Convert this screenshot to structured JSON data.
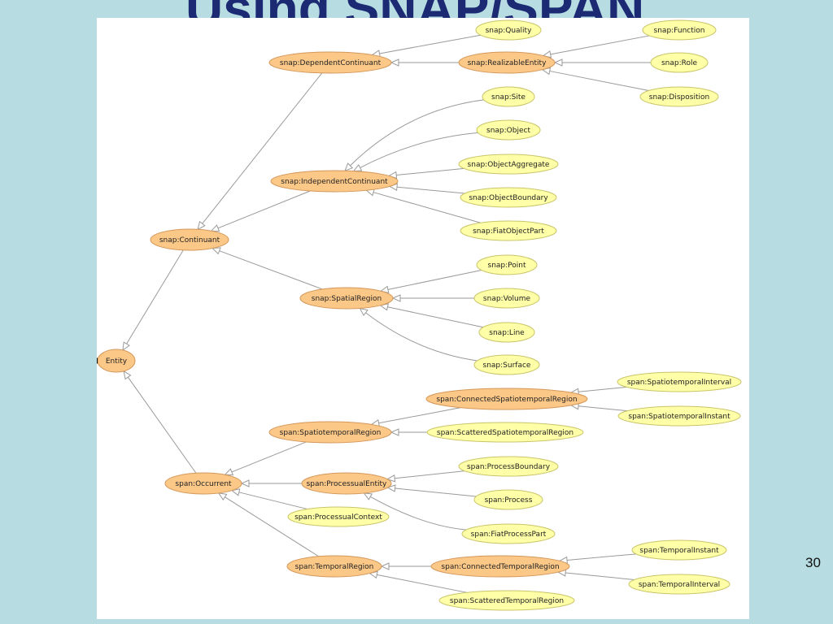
{
  "slide": {
    "title": "Using SNAP/SPAN",
    "page_number": "30"
  },
  "colors": {
    "background": "#b7dde2",
    "panel": "#ffffff",
    "class_node_fill": "#fbc888",
    "class_node_stroke": "#d4975a",
    "leaf_node_fill": "#ffffa8",
    "leaf_node_stroke": "#c9c46a",
    "edge": "#9a9a9a"
  },
  "nodes": [
    {
      "id": "entity",
      "label": "Entity",
      "kind": "class"
    },
    {
      "id": "continuant",
      "label": "snap:Continuant",
      "kind": "class"
    },
    {
      "id": "occurrent",
      "label": "span:Occurrent",
      "kind": "class"
    },
    {
      "id": "dependent",
      "label": "snap:DependentContinuant",
      "kind": "class"
    },
    {
      "id": "independent",
      "label": "snap:IndependentContinuant",
      "kind": "class"
    },
    {
      "id": "spatialregion",
      "label": "snap:SpatialRegion",
      "kind": "class"
    },
    {
      "id": "quality",
      "label": "snap:Quality",
      "kind": "leaf"
    },
    {
      "id": "realizable",
      "label": "snap:RealizableEntity",
      "kind": "class"
    },
    {
      "id": "function",
      "label": "snap:Function",
      "kind": "leaf"
    },
    {
      "id": "role",
      "label": "snap:Role",
      "kind": "leaf"
    },
    {
      "id": "disposition",
      "label": "snap:Disposition",
      "kind": "leaf"
    },
    {
      "id": "site",
      "label": "snap:Site",
      "kind": "leaf"
    },
    {
      "id": "object",
      "label": "snap:Object",
      "kind": "leaf"
    },
    {
      "id": "objectaggregate",
      "label": "snap:ObjectAggregate",
      "kind": "leaf"
    },
    {
      "id": "objectboundary",
      "label": "snap:ObjectBoundary",
      "kind": "leaf"
    },
    {
      "id": "fiatobjectpart",
      "label": "snap:FiatObjectPart",
      "kind": "leaf"
    },
    {
      "id": "point",
      "label": "snap:Point",
      "kind": "leaf"
    },
    {
      "id": "volume",
      "label": "snap:Volume",
      "kind": "leaf"
    },
    {
      "id": "line",
      "label": "snap:Line",
      "kind": "leaf"
    },
    {
      "id": "surface",
      "label": "snap:Surface",
      "kind": "leaf"
    },
    {
      "id": "stregion",
      "label": "span:SpatiotemporalRegion",
      "kind": "class"
    },
    {
      "id": "connectedst",
      "label": "span:ConnectedSpatiotemporalRegion",
      "kind": "class"
    },
    {
      "id": "stinterval",
      "label": "span:SpatiotemporalInterval",
      "kind": "leaf"
    },
    {
      "id": "stinstant",
      "label": "span:SpatiotemporalInstant",
      "kind": "leaf"
    },
    {
      "id": "scatteredst",
      "label": "span:ScatteredSpatiotemporalRegion",
      "kind": "leaf"
    },
    {
      "id": "processual",
      "label": "span:ProcessualEntity",
      "kind": "class"
    },
    {
      "id": "processboundary",
      "label": "span:ProcessBoundary",
      "kind": "leaf"
    },
    {
      "id": "process",
      "label": "span:Process",
      "kind": "leaf"
    },
    {
      "id": "fiatprocesspart",
      "label": "span:FiatProcessPart",
      "kind": "leaf"
    },
    {
      "id": "processualcontext",
      "label": "span:ProcessualContext",
      "kind": "leaf"
    },
    {
      "id": "temporalregion",
      "label": "span:TemporalRegion",
      "kind": "class"
    },
    {
      "id": "connectedtemporal",
      "label": "span:ConnectedTemporalRegion",
      "kind": "class"
    },
    {
      "id": "temporalinstant",
      "label": "span:TemporalInstant",
      "kind": "leaf"
    },
    {
      "id": "temporalinterval",
      "label": "span:TemporalInterval",
      "kind": "leaf"
    },
    {
      "id": "scatteredtemporal",
      "label": "span:ScatteredTemporalRegion",
      "kind": "leaf"
    }
  ],
  "edges": [
    {
      "from": "continuant",
      "to": "entity"
    },
    {
      "from": "occurrent",
      "to": "entity"
    },
    {
      "from": "dependent",
      "to": "continuant"
    },
    {
      "from": "independent",
      "to": "continuant"
    },
    {
      "from": "spatialregion",
      "to": "continuant"
    },
    {
      "from": "quality",
      "to": "dependent"
    },
    {
      "from": "realizable",
      "to": "dependent"
    },
    {
      "from": "function",
      "to": "realizable"
    },
    {
      "from": "role",
      "to": "realizable"
    },
    {
      "from": "disposition",
      "to": "realizable"
    },
    {
      "from": "site",
      "to": "independent"
    },
    {
      "from": "object",
      "to": "independent"
    },
    {
      "from": "objectaggregate",
      "to": "independent"
    },
    {
      "from": "objectboundary",
      "to": "independent"
    },
    {
      "from": "fiatobjectpart",
      "to": "independent"
    },
    {
      "from": "point",
      "to": "spatialregion"
    },
    {
      "from": "volume",
      "to": "spatialregion"
    },
    {
      "from": "line",
      "to": "spatialregion"
    },
    {
      "from": "surface",
      "to": "spatialregion"
    },
    {
      "from": "stregion",
      "to": "occurrent"
    },
    {
      "from": "processual",
      "to": "occurrent"
    },
    {
      "from": "processualcontext",
      "to": "occurrent"
    },
    {
      "from": "temporalregion",
      "to": "occurrent"
    },
    {
      "from": "connectedst",
      "to": "stregion"
    },
    {
      "from": "scatteredst",
      "to": "stregion"
    },
    {
      "from": "stinterval",
      "to": "connectedst"
    },
    {
      "from": "stinstant",
      "to": "connectedst"
    },
    {
      "from": "processboundary",
      "to": "processual"
    },
    {
      "from": "process",
      "to": "processual"
    },
    {
      "from": "fiatprocesspart",
      "to": "processual"
    },
    {
      "from": "connectedtemporal",
      "to": "temporalregion"
    },
    {
      "from": "scatteredtemporal",
      "to": "temporalregion"
    },
    {
      "from": "temporalinstant",
      "to": "connectedtemporal"
    },
    {
      "from": "temporalinterval",
      "to": "connectedtemporal"
    }
  ]
}
